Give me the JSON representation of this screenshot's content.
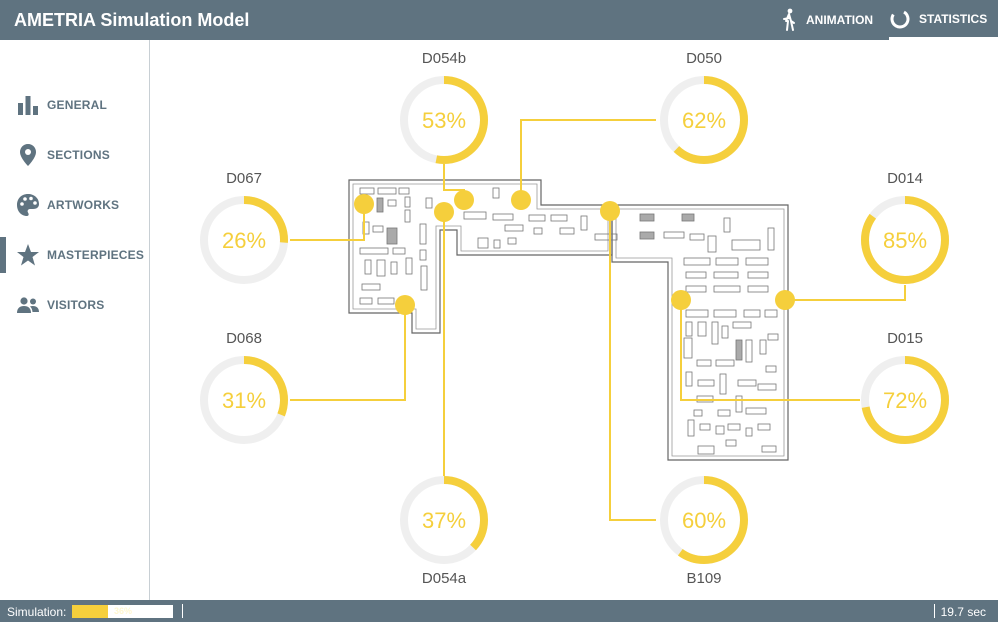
{
  "app": {
    "title": "AMETRIA Simulation Model"
  },
  "header": {
    "animation_label": "ANIMATION",
    "statistics_label": "STATISTICS",
    "animation_icon": "walking-person-icon",
    "statistics_icon": "ring-chart-icon"
  },
  "sidebar": {
    "items": [
      {
        "label": "GENERAL",
        "icon": "bar-chart-icon"
      },
      {
        "label": "SECTIONS",
        "icon": "map-pin-icon"
      },
      {
        "label": "ARTWORKS",
        "icon": "palette-icon"
      },
      {
        "label": "MASTERPIECES",
        "icon": "star-icon",
        "active": true
      },
      {
        "label": "VISITORS",
        "icon": "people-icon"
      }
    ]
  },
  "colors": {
    "header": "#5f7380",
    "accent": "#f5cf3c",
    "ring_track": "#efefef",
    "text": "#555555"
  },
  "rooms": [
    {
      "name": "D054b",
      "percent": 53,
      "label": "53%"
    },
    {
      "name": "D050",
      "percent": 62,
      "label": "62%"
    },
    {
      "name": "D067",
      "percent": 26,
      "label": "26%"
    },
    {
      "name": "D014",
      "percent": 85,
      "label": "85%"
    },
    {
      "name": "D068",
      "percent": 31,
      "label": "31%"
    },
    {
      "name": "D015",
      "percent": 72,
      "label": "72%"
    },
    {
      "name": "D054a",
      "percent": 37,
      "label": "37%"
    },
    {
      "name": "B109",
      "percent": 60,
      "label": "60%"
    }
  ],
  "status": {
    "simulation_label": "Simulation:",
    "progress": 36,
    "progress_label": "36%",
    "time": "19.7 sec"
  }
}
